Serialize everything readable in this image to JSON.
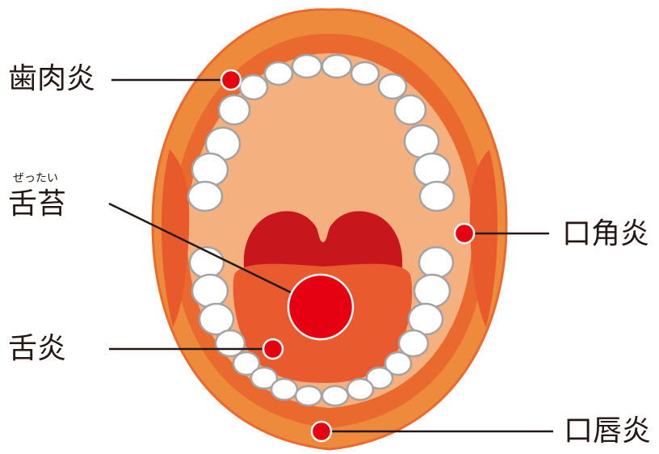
{
  "labels": {
    "gingivitis": "歯肉炎",
    "tongue_coating_ruby": "ぜったい",
    "tongue_coating": "舌苔",
    "glossitis": "舌炎",
    "angular_cheilitis": "口角炎",
    "cheilitis": "口唇炎"
  },
  "colors": {
    "lip_outer": "#ee8a3c",
    "lip_inner": "#e9692e",
    "mouth_inside": "#f4b07e",
    "cheek": "#e85a2c",
    "tongue_back": "#c8161d",
    "tongue": "#e95b2f",
    "marker": "#e50012",
    "tooth": "#ffffff",
    "tooth_line": "#a3a3a3",
    "leader": "#231815"
  }
}
